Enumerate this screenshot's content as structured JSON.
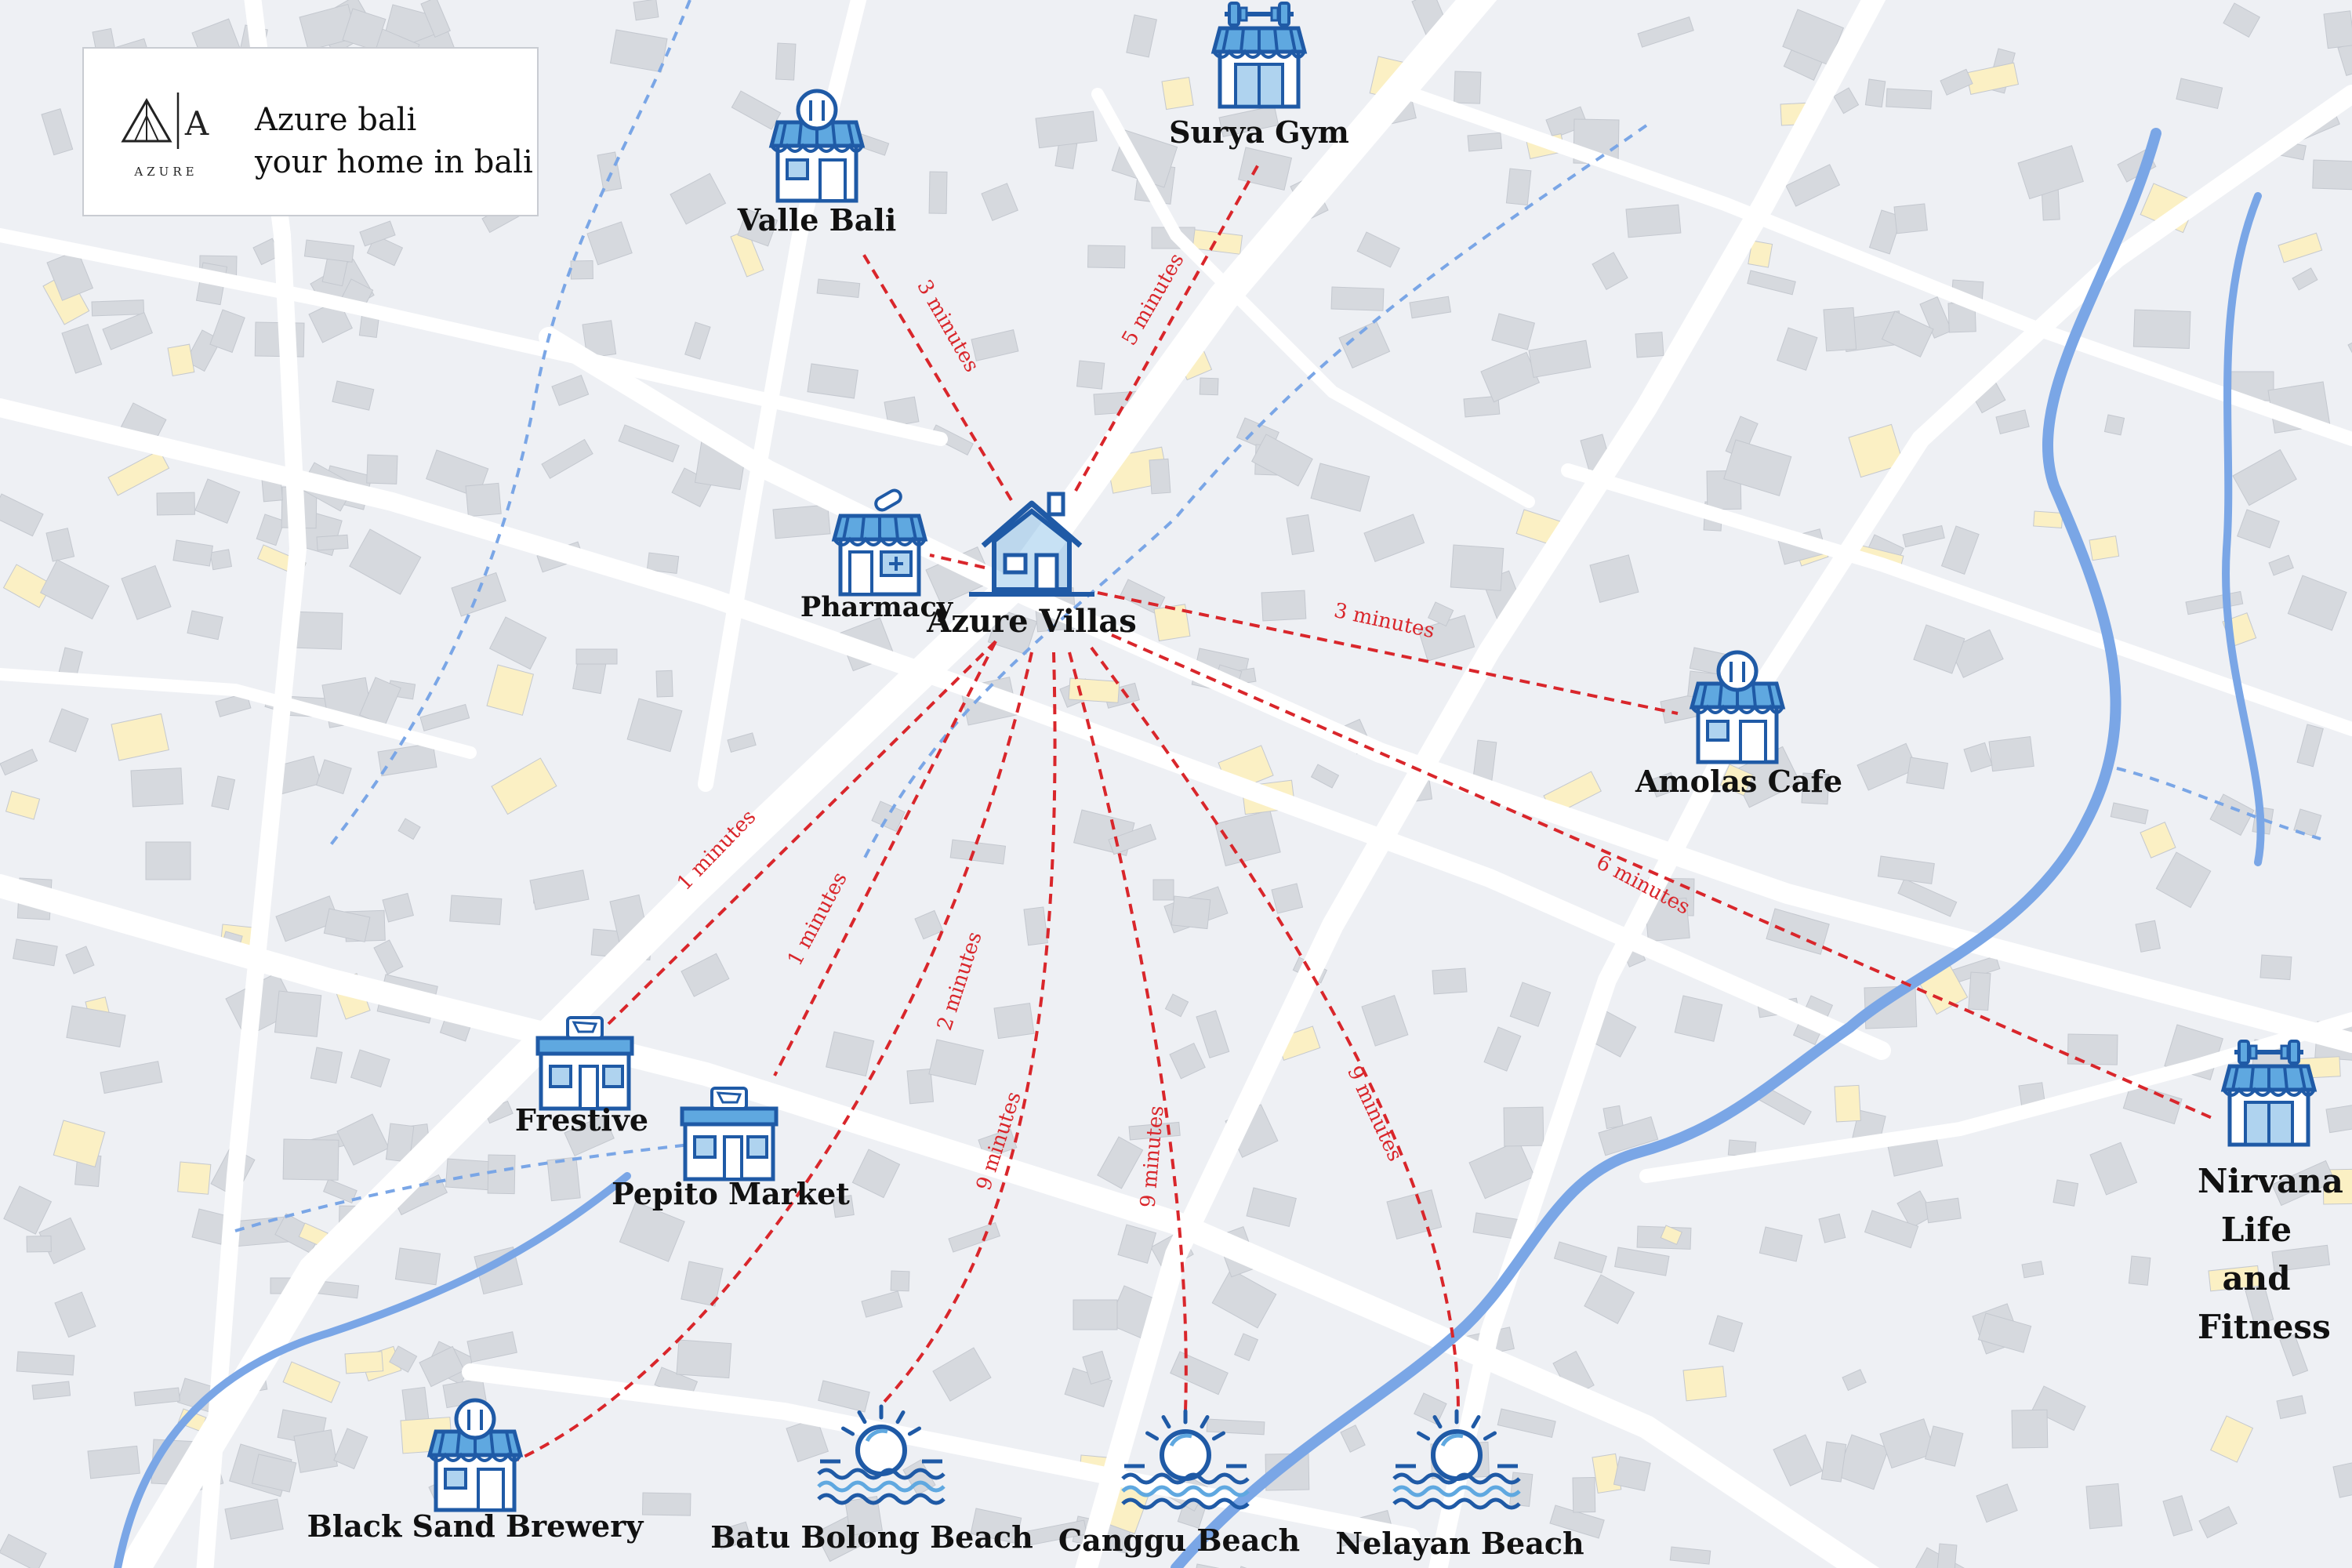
{
  "brand": {
    "logo_letter": "A",
    "logo_wordmark": "AZURE",
    "name": "Azure bali",
    "tagline": "your home in bali"
  },
  "hub": {
    "name": "Azure Villas",
    "icon": "house-icon"
  },
  "places": [
    {
      "id": "surya-gym",
      "name": "Surya Gym",
      "icon": "gym-icon",
      "travel_time": "5 minutes"
    },
    {
      "id": "valle-bali",
      "name": "Valle Bali",
      "icon": "restaurant-icon",
      "travel_time": "3 minutes"
    },
    {
      "id": "pharmacy",
      "name": "Pharmacy",
      "icon": "pharmacy-icon",
      "travel_time": ""
    },
    {
      "id": "amolas-cafe",
      "name": "Amolas Cafe",
      "icon": "restaurant-icon",
      "travel_time": "3 minutes"
    },
    {
      "id": "nirvana",
      "name": "Nirvana Life and Fitness",
      "icon": "gym-icon",
      "travel_time": "6 minutes"
    },
    {
      "id": "frestive",
      "name": "Frestive",
      "icon": "market-icon",
      "travel_time": "1 minutes"
    },
    {
      "id": "pepito-market",
      "name": "Pepito Market",
      "icon": "market-icon",
      "travel_time": "1 minutes"
    },
    {
      "id": "black-sand",
      "name": "Black Sand Brewery",
      "icon": "restaurant-icon",
      "travel_time": "2 minutes"
    },
    {
      "id": "batu-bolong",
      "name": "Batu Bolong Beach",
      "icon": "beach-sunset-icon",
      "travel_time": "9 minutes"
    },
    {
      "id": "canggu-beach",
      "name": "Canggu Beach",
      "icon": "beach-sunset-icon",
      "travel_time": "9 minutes"
    },
    {
      "id": "nelayan-beach",
      "name": "Nelayan Beach",
      "icon": "beach-sunset-icon",
      "travel_time": "9 minutes"
    }
  ],
  "colors": {
    "route": "#d9262b",
    "icon": "#1f5aa6",
    "icon_light": "#5fa8e0",
    "river": "#7aa6e6",
    "road": "#ffffff",
    "land": "#eef0f4",
    "building": "#d6d9de",
    "building_yellow": "#fbf0c4"
  }
}
